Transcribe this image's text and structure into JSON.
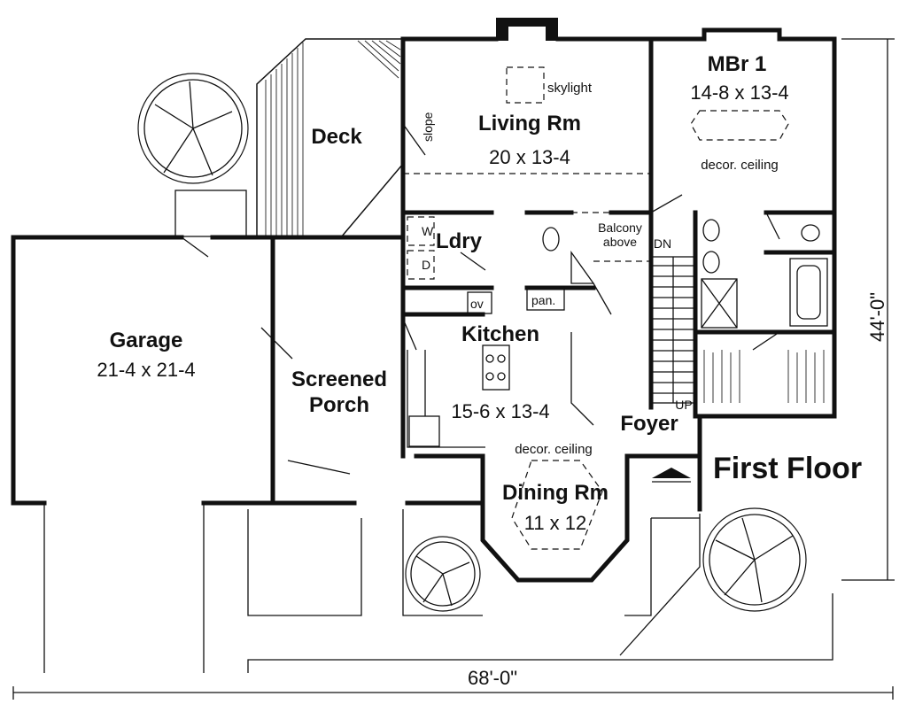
{
  "floor_label": "First Floor",
  "rooms": {
    "garage": {
      "name": "Garage",
      "dims": "21-4 x 21-4"
    },
    "deck": {
      "name": "Deck"
    },
    "living": {
      "name": "Living Rm",
      "dims": "20 x 13-4",
      "skylight": "skylight",
      "slope": "slope"
    },
    "mbr": {
      "name": "MBr  1",
      "dims": "14-8 x 13-4",
      "ceiling": "decor. ceiling"
    },
    "laundry": {
      "name": "Ldry",
      "washer": "W",
      "dryer": "D",
      "oven": "ov"
    },
    "pantry": {
      "name": "pan."
    },
    "balcony": {
      "line1": "Balcony",
      "line2": "above"
    },
    "stairs": {
      "down": "DN",
      "up": "UP"
    },
    "kitchen": {
      "name": "Kitchen",
      "dims": "15-6 x 13-4"
    },
    "porch": {
      "line1": "Screened",
      "line2": "Porch"
    },
    "foyer": {
      "name": "Foyer"
    },
    "dining": {
      "name": "Dining Rm",
      "dims": "11 x 12",
      "ceiling": "decor. ceiling"
    }
  },
  "dimensions": {
    "width": "68'-0\"",
    "depth": "44'-0\""
  }
}
